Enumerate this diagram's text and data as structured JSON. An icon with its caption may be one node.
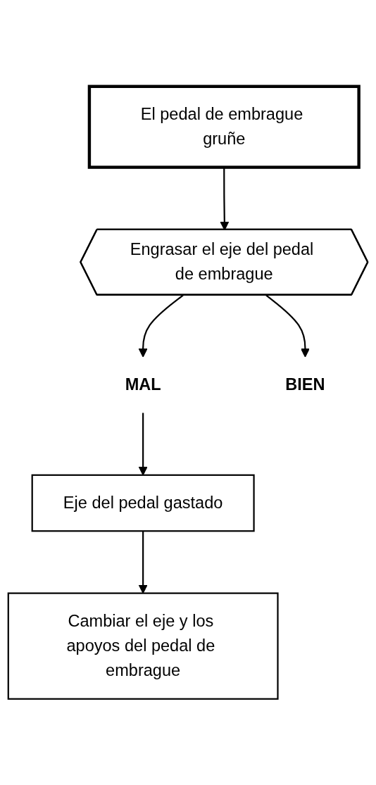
{
  "diagram": {
    "nodes": [
      {
        "text": [
          "El pedal de embrague gruñe"
        ]
      },
      {
        "text": [
          "Engrasar el eje del pedal de embrague"
        ]
      },
      {
        "text": [
          "MAL"
        ]
      },
      {
        "text": [
          "BIEN"
        ]
      },
      {
        "text": [
          "Eje del pedal gastado"
        ]
      },
      {
        "text": [
          "Cambiar el eje y los apoyos del pedal de embrague"
        ]
      }
    ],
    "edges": [
      {
        "from": 0,
        "to": 1,
        "arrow": "to"
      },
      {
        "from": 1,
        "to": 2,
        "arrow": "to"
      },
      {
        "from": 1,
        "to": 3,
        "arrow": "to"
      },
      {
        "from": 2,
        "to": 4,
        "arrow": "to"
      },
      {
        "from": 4,
        "to": 5,
        "arrow": "to"
      }
    ]
  }
}
